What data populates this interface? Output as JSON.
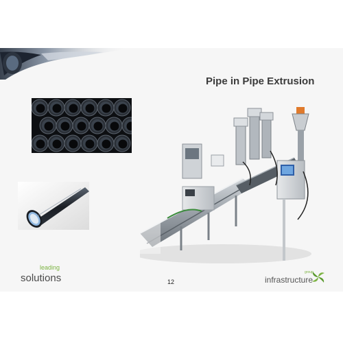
{
  "slide": {
    "title": "Pipe in Pipe Extrusion",
    "page_number": "12"
  },
  "footer": {
    "tagline_top": "leading",
    "tagline_bottom": "solutions",
    "brand": "infrastructure",
    "brand_group": "group"
  },
  "colors": {
    "title": "#3b3b3b",
    "accent_green": "#7cb342",
    "slide_background": "#f6f6f6"
  },
  "icons": {
    "logo": "infrastructure-group-logo-icon"
  }
}
